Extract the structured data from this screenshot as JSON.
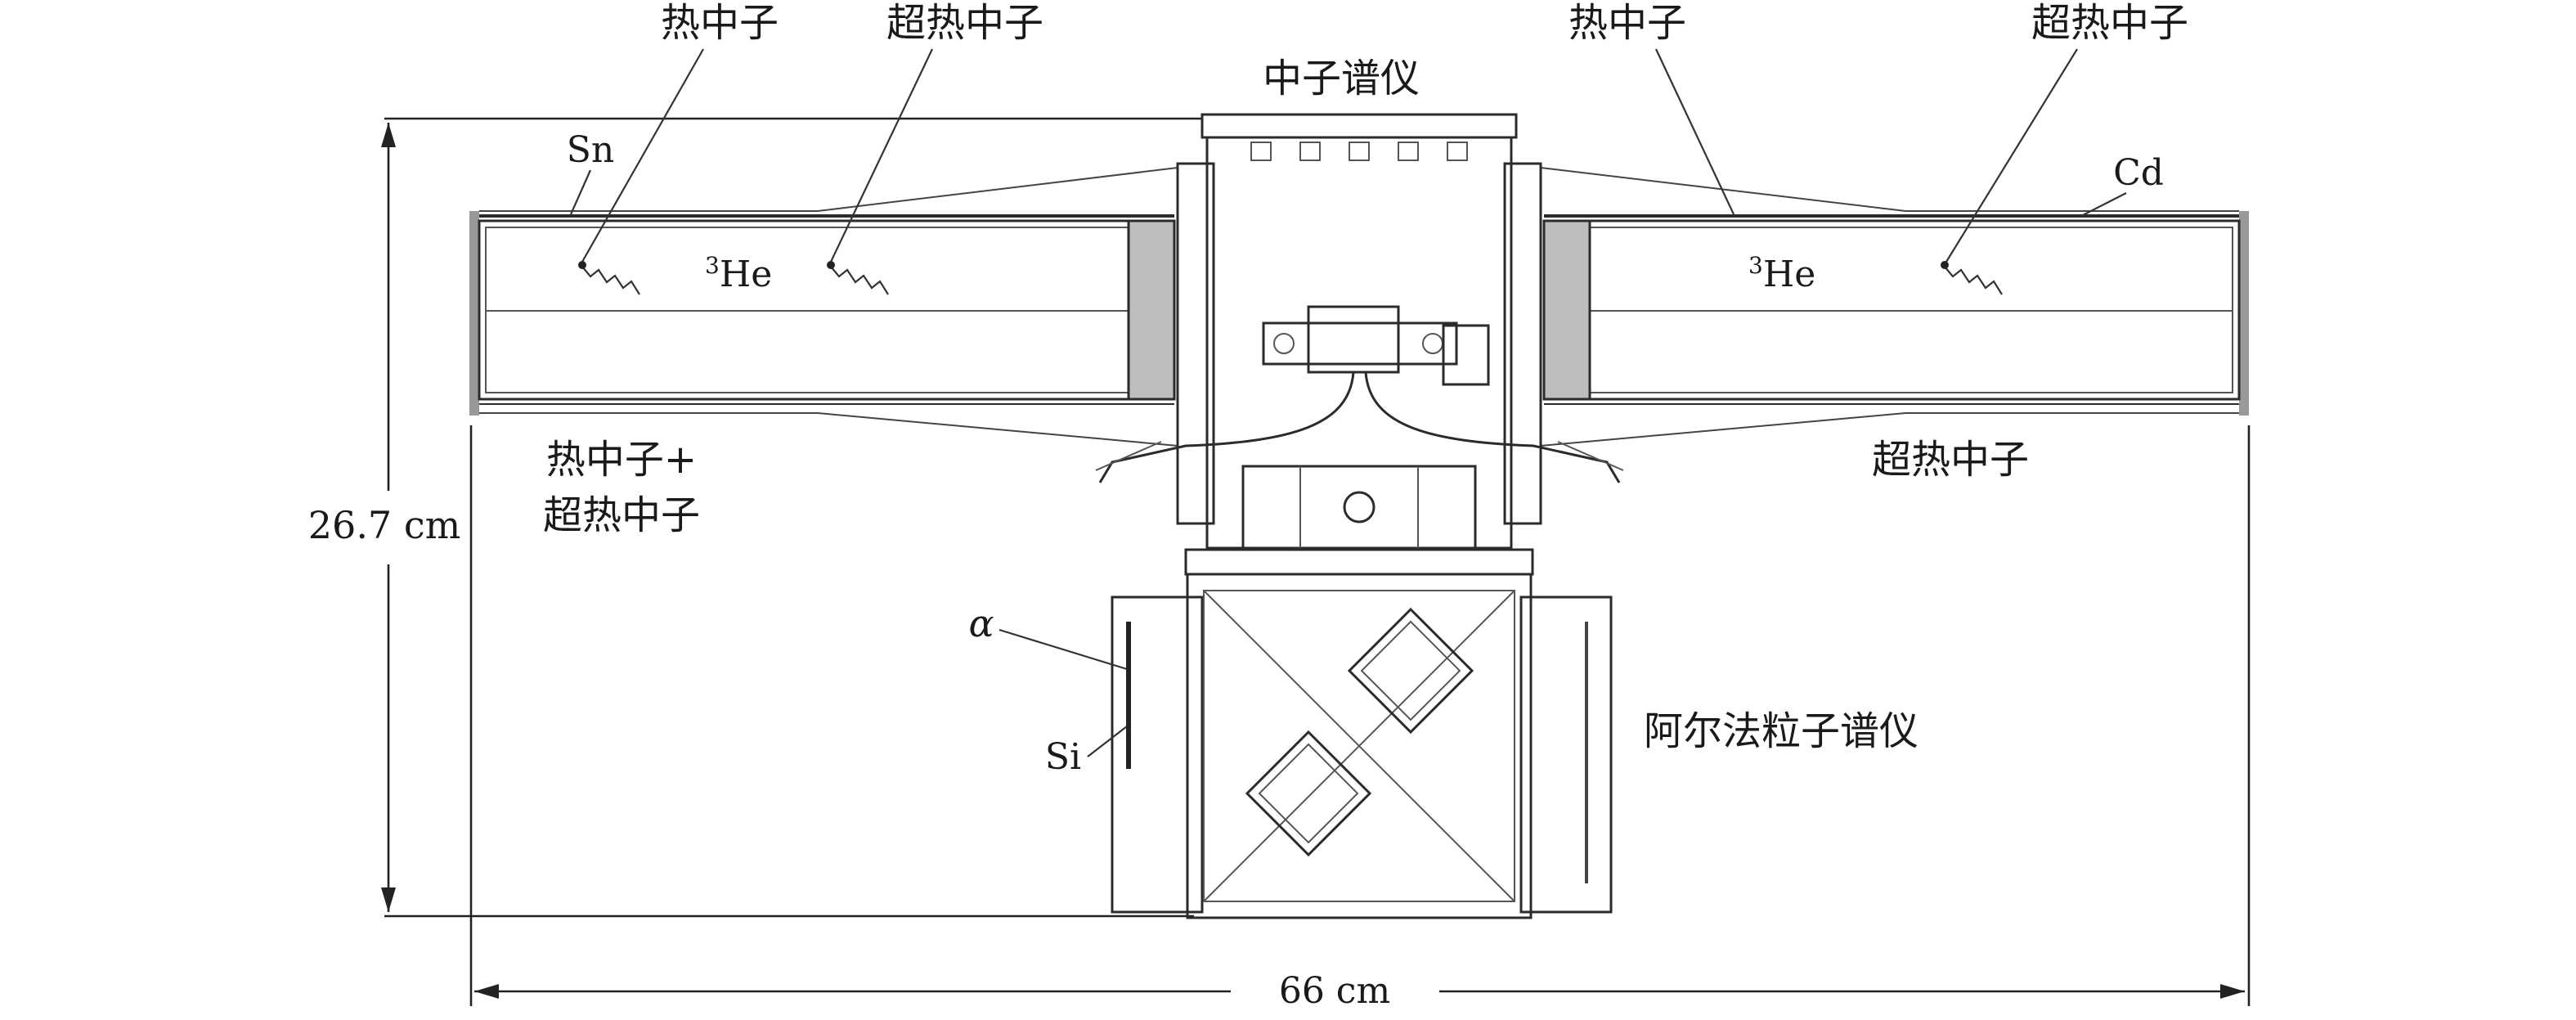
{
  "labels": {
    "thermal_left": "热中子",
    "epithermal_left": "超热中子",
    "neutron_spectrometer": "中子谱仪",
    "thermal_right": "热中子",
    "epithermal_right": "超热中子",
    "sn": "Sn",
    "cd": "Cd",
    "he3_left_sup": "3",
    "he3_left": "He",
    "he3_right_sup": "3",
    "he3_right": "He",
    "thermal_plus_line1": "热中子+",
    "thermal_plus_line2": "超热中子",
    "epithermal_bottom_right": "超热中子",
    "height_dim": "26.7 cm",
    "width_dim": "66 cm",
    "alpha": "α",
    "si": "Si",
    "alpha_spectrometer": "阿尔法粒子谱仪"
  }
}
